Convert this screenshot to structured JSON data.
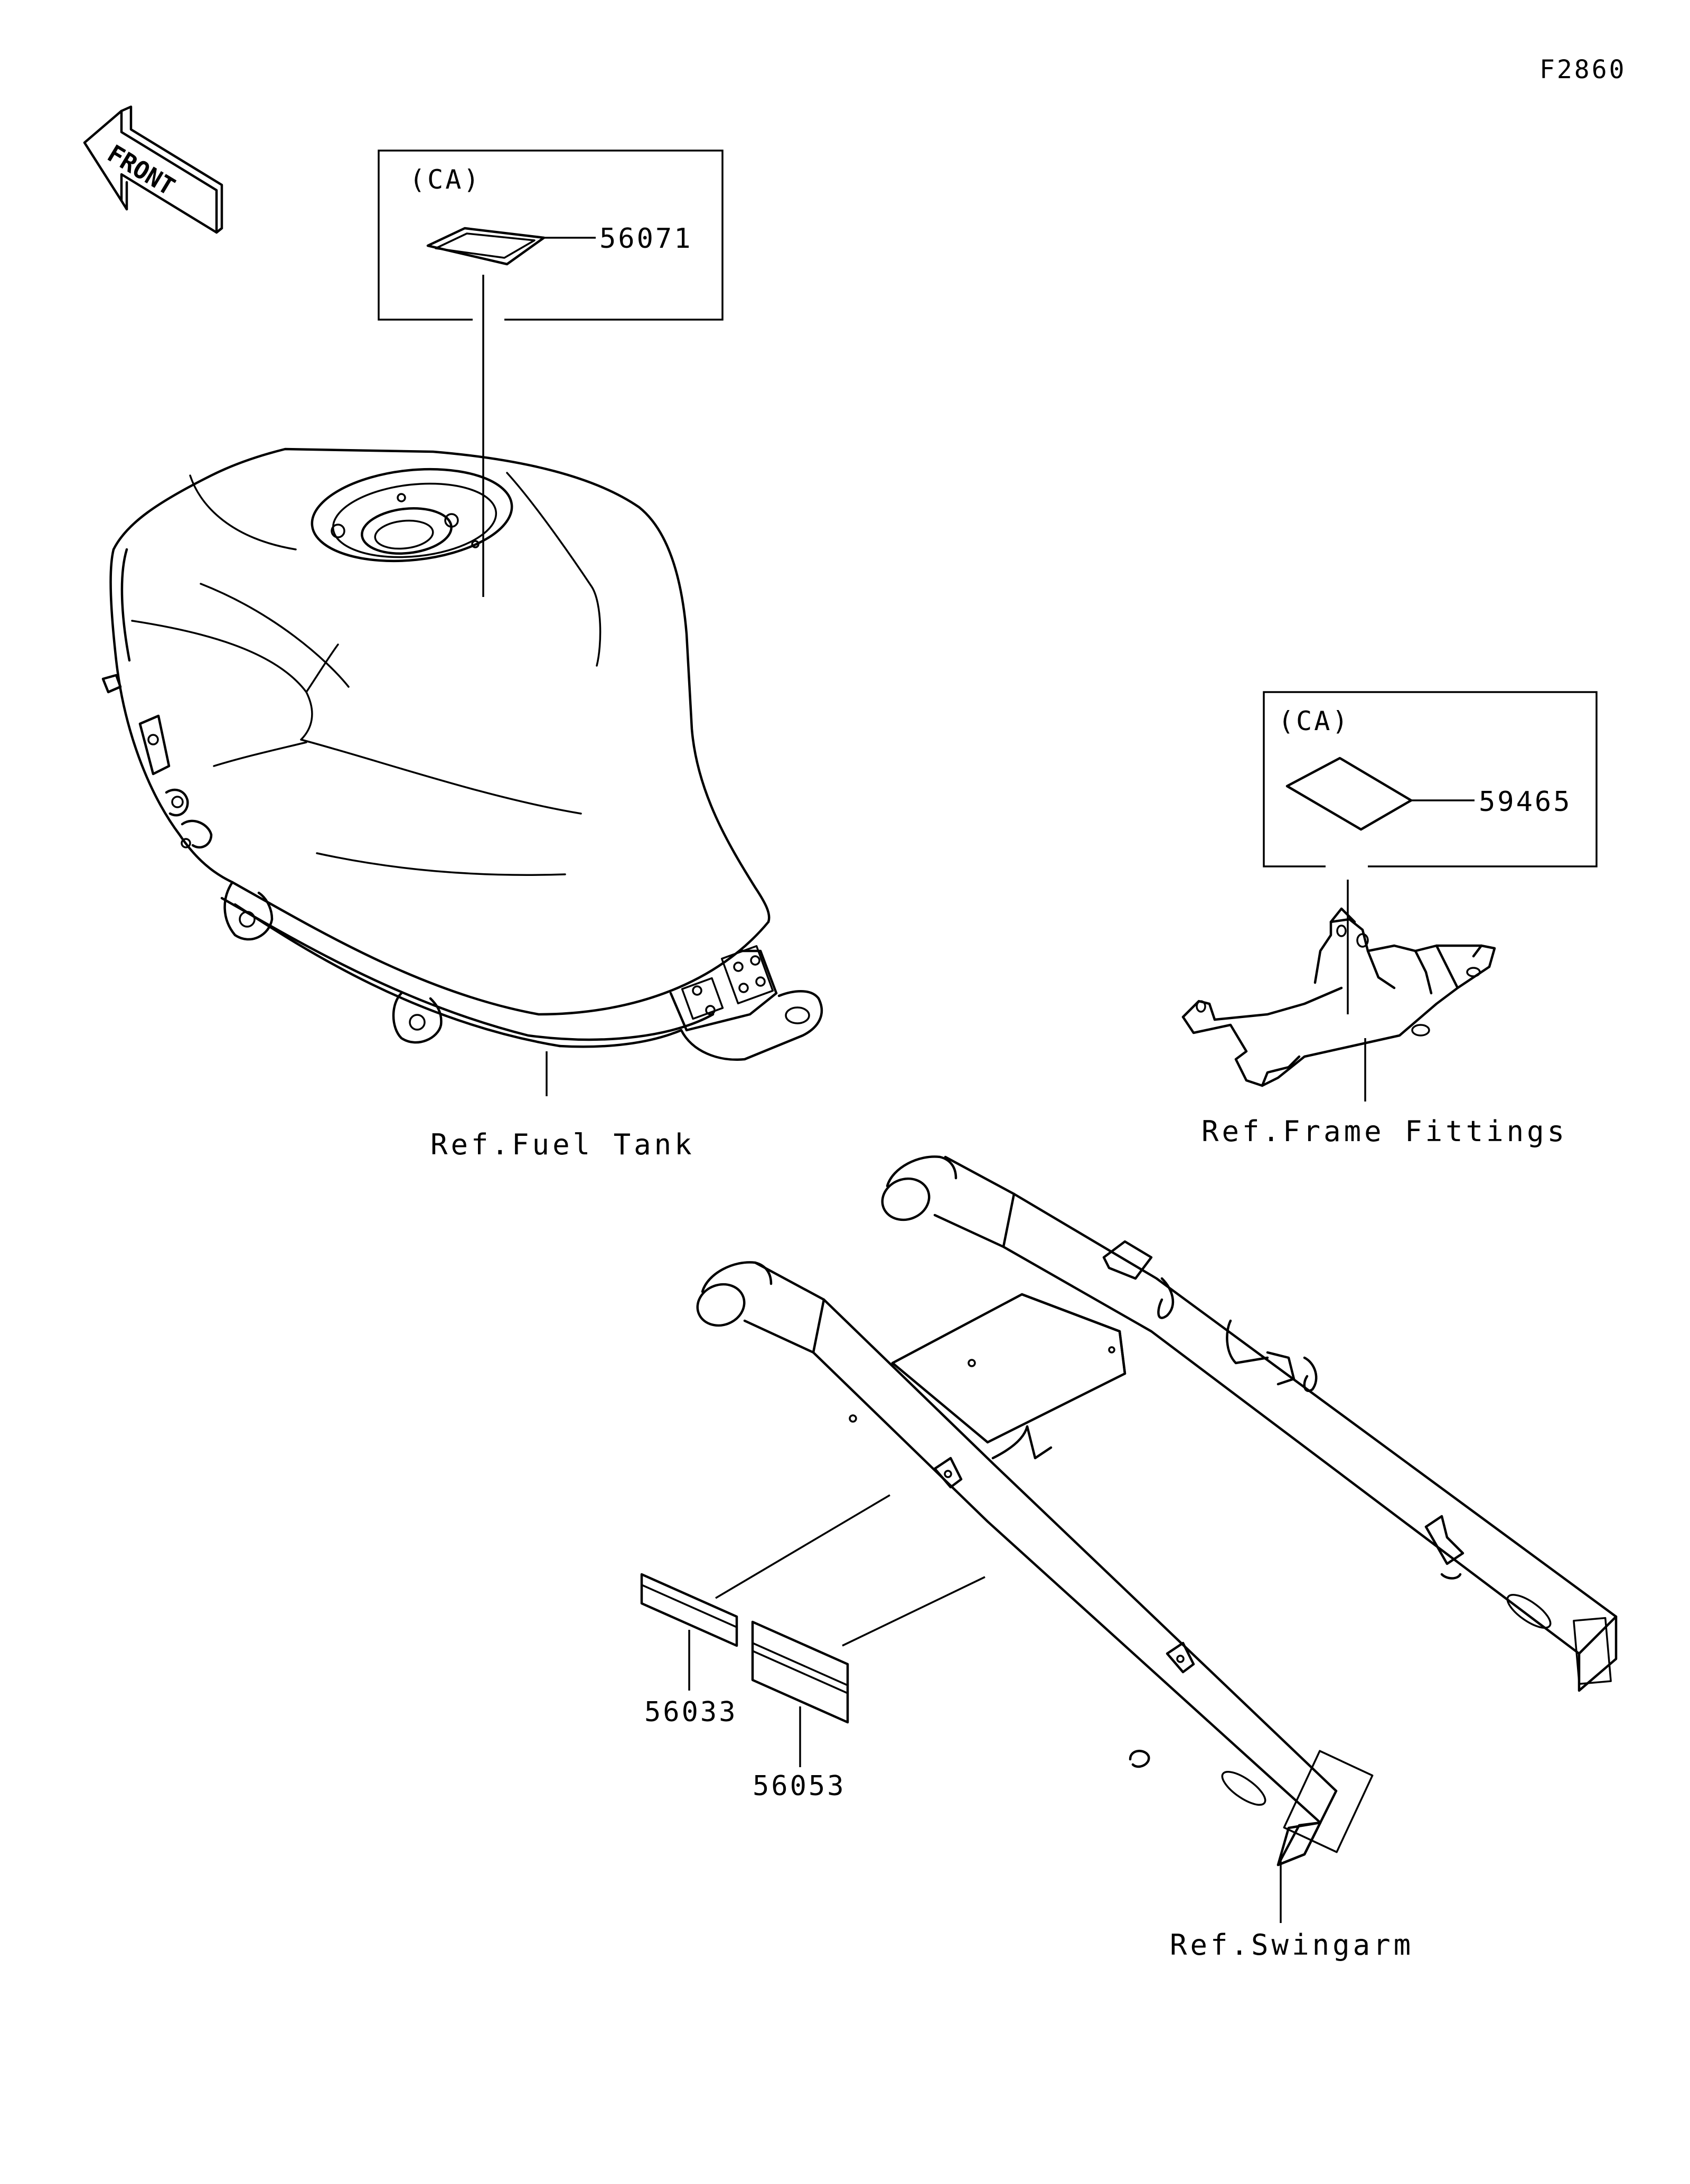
{
  "figure_code": "F2860",
  "front_arrow": {
    "label": "FRONT",
    "icon": "front-direction-arrow-icon"
  },
  "ca_boxes": [
    {
      "tag": "(CA)",
      "part_no": "56071"
    },
    {
      "tag": "(CA)",
      "part_no": "59465"
    }
  ],
  "parts": {
    "label_56033": "56033",
    "label_56053": "56053"
  },
  "refs": {
    "fuel_tank": "Ref.Fuel Tank",
    "frame_fittings": "Ref.Frame Fittings",
    "swingarm": "Ref.Swingarm"
  }
}
